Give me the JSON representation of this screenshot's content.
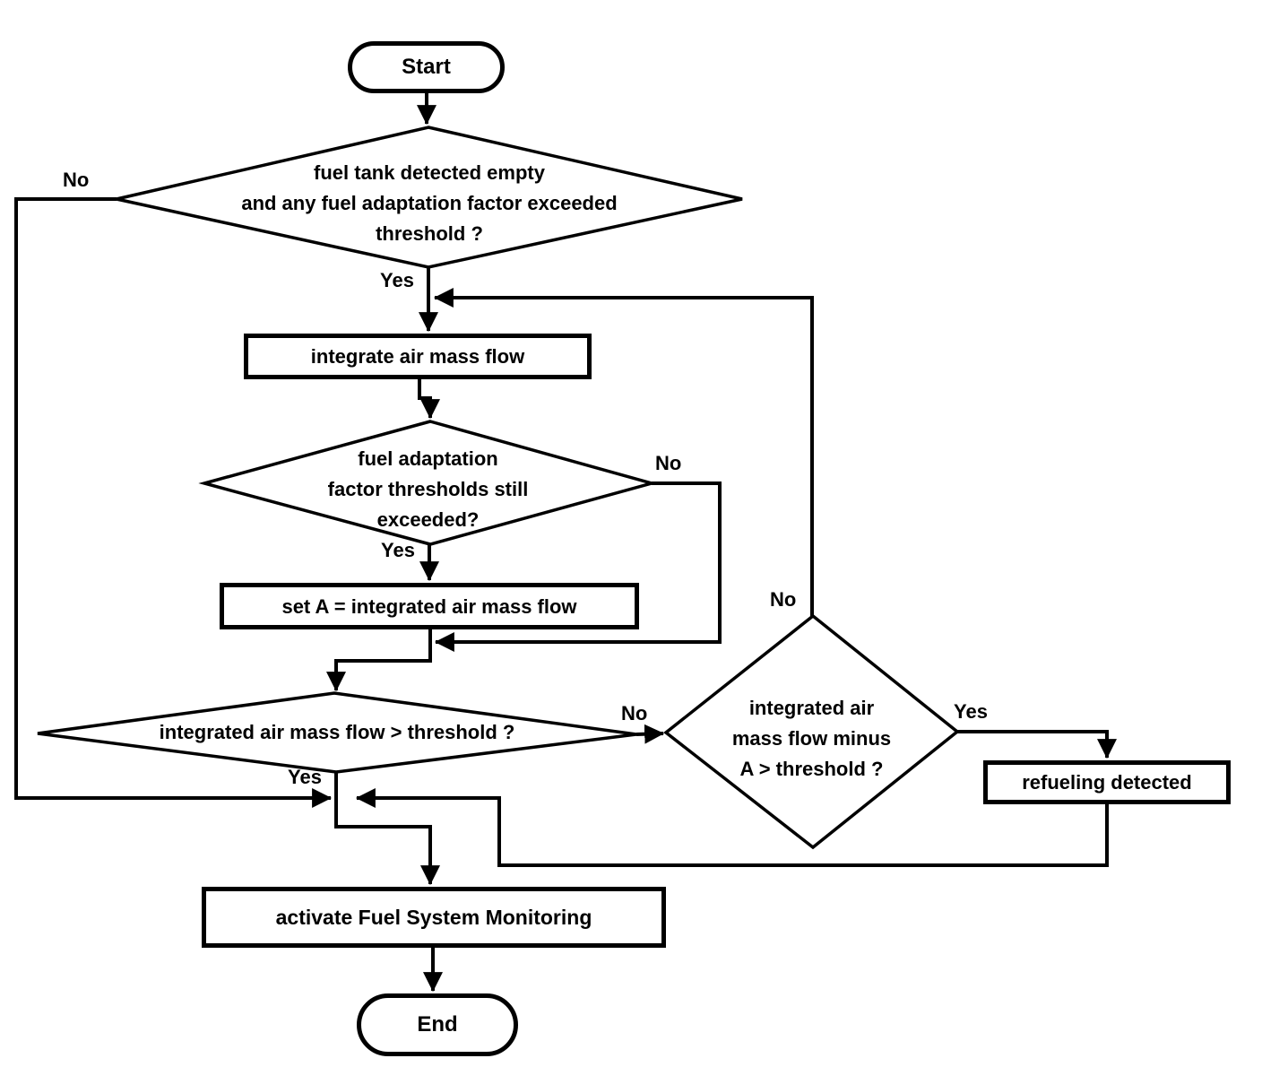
{
  "diagram": {
    "type": "flowchart",
    "background_color": "#ffffff",
    "line_color": "#000000",
    "nodes": {
      "start": {
        "type": "terminator",
        "label": "Start"
      },
      "check_fuel_empty": {
        "type": "decision",
        "label": "fuel tank detected empty\nand any fuel adaptation factor exceeded\nthreshold ?"
      },
      "integrate_air": {
        "type": "process",
        "label": "integrate air mass flow"
      },
      "check_thresholds_still": {
        "type": "decision",
        "label": "fuel adaptation\nfactor thresholds still\nexceeded?"
      },
      "set_a": {
        "type": "process",
        "label": "set A = integrated air mass flow"
      },
      "check_flow_threshold": {
        "type": "decision",
        "label": "integrated air mass flow > threshold ?"
      },
      "check_flow_minus_a": {
        "type": "decision",
        "label": "integrated air\nmass flow minus\nA > threshold ?"
      },
      "refueling_detected": {
        "type": "process",
        "label": "refueling detected"
      },
      "activate_monitoring": {
        "type": "process",
        "label": "activate Fuel System Monitoring"
      },
      "end": {
        "type": "terminator",
        "label": "End"
      }
    },
    "edges": [
      {
        "from": "start",
        "to": "check_fuel_empty",
        "label": ""
      },
      {
        "from": "check_fuel_empty",
        "to": "integrate_air",
        "label": "Yes"
      },
      {
        "from": "check_fuel_empty",
        "to": "activate_monitoring",
        "label": "No"
      },
      {
        "from": "integrate_air",
        "to": "check_thresholds_still",
        "label": ""
      },
      {
        "from": "check_thresholds_still",
        "to": "set_a",
        "label": "Yes"
      },
      {
        "from": "check_thresholds_still",
        "to": "check_flow_threshold",
        "label": "No"
      },
      {
        "from": "set_a",
        "to": "check_flow_threshold",
        "label": ""
      },
      {
        "from": "check_flow_threshold",
        "to": "check_flow_minus_a",
        "label": "No"
      },
      {
        "from": "check_flow_threshold",
        "to": "activate_monitoring",
        "label": "Yes"
      },
      {
        "from": "check_flow_minus_a",
        "to": "integrate_air",
        "label": "No"
      },
      {
        "from": "check_flow_minus_a",
        "to": "refueling_detected",
        "label": "Yes"
      },
      {
        "from": "refueling_detected",
        "to": "activate_monitoring",
        "label": ""
      },
      {
        "from": "activate_monitoring",
        "to": "end",
        "label": ""
      }
    ]
  }
}
